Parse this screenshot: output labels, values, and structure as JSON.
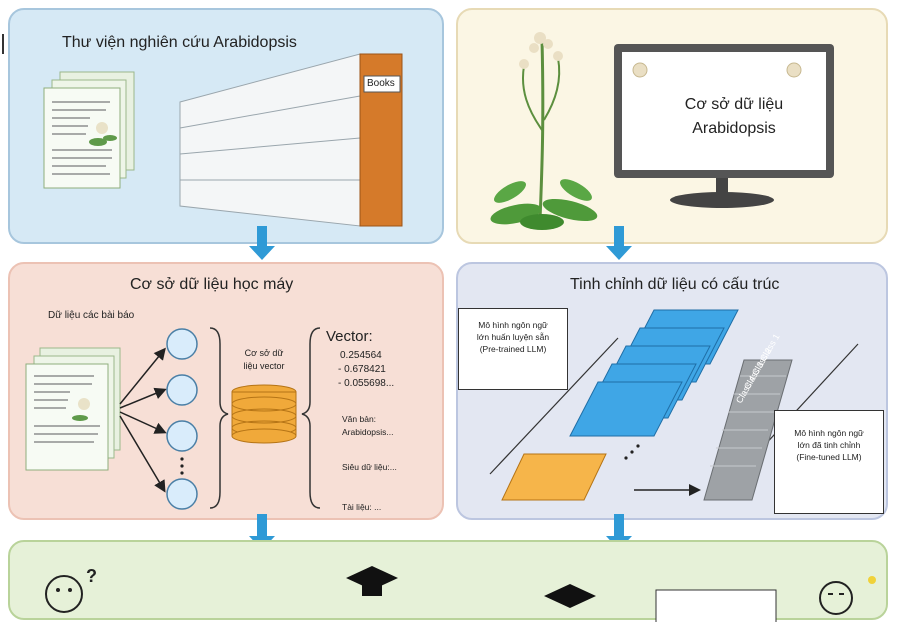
{
  "library": {
    "title": "Thư viện nghiên cứu Arabidopsis",
    "books_label": "Books"
  },
  "database": {
    "screen_line1": "Cơ sở dữ liệu",
    "screen_line2": "Arabidopsis"
  },
  "ml_db": {
    "title": "Cơ sở dữ liệu học máy",
    "papers_label": "Dữ liệu các bài báo",
    "vector_db_line1": "Cơ sở dữ",
    "vector_db_line2": "liệu vector",
    "vector_title": "Vector:",
    "vector_values": [
      "0.254564",
      "- 0.678421",
      "- 0.055698..."
    ],
    "text_label": "Văn bản:",
    "text_value": "Arabidopsis...",
    "metadata_label": "Siêu dữ liệu:...",
    "doc_label": "Tài liệu: ..."
  },
  "finetune": {
    "title": "Tinh chỉnh dữ liệu có cấu trúc",
    "pretrained_line1": "Mô hình ngôn ngữ",
    "pretrained_line2": "lớn huấn luyện sẵn",
    "pretrained_line3": "(Pre-trained LLM)",
    "finetuned_line1": "Mô hình ngôn ngữ",
    "finetuned_line2": "lớn đã tinh chỉnh",
    "finetuned_line3": "(Fine-tuned LLM)",
    "classes": [
      "Class 1",
      "Class 2",
      "Class 3",
      "Class 4"
    ]
  },
  "colors": {
    "arrow": "#2f9ad6",
    "layer_blue": "#3fa6e6",
    "book_orange": "#d57a2a",
    "orange_card": "#f6b54a",
    "db_gold": "#f0a93a"
  }
}
